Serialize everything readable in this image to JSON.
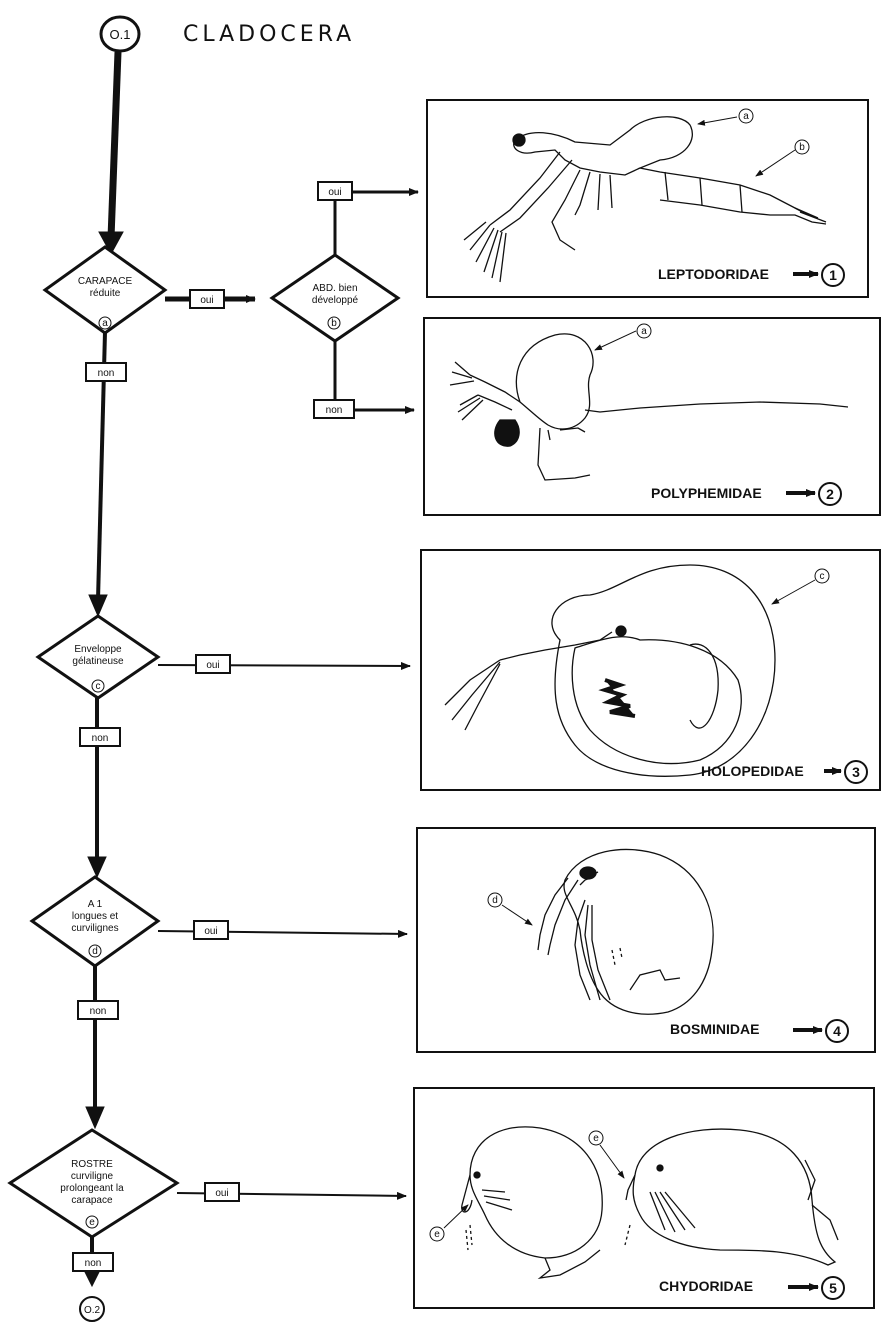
{
  "start_node": "O.1",
  "title": "CLADOCERA",
  "end_node": "O.2",
  "answers": {
    "yes": "oui",
    "no": "non"
  },
  "questions": [
    {
      "lines": [
        "CARAPACE",
        "réduite"
      ],
      "ref": "a"
    },
    {
      "lines": [
        "ABD. bien",
        "développé"
      ],
      "ref": "b"
    },
    {
      "lines": [
        "Enveloppe",
        "gélatineuse"
      ],
      "ref": "c"
    },
    {
      "lines": [
        "A 1",
        "longues et",
        "curvilignes"
      ],
      "ref": "d"
    },
    {
      "lines": [
        "ROSTRE",
        "curviligne",
        "prolongeant la",
        "carapace"
      ],
      "ref": "e"
    }
  ],
  "families": [
    {
      "name": "LEPTODORIDAE",
      "number": "1",
      "callouts": [
        "a",
        "b"
      ]
    },
    {
      "name": "POLYPHEMIDAE",
      "number": "2",
      "callouts": [
        "a"
      ]
    },
    {
      "name": "HOLOPEDIDAE",
      "number": "3",
      "callouts": [
        "c"
      ]
    },
    {
      "name": "BOSMINIDAE",
      "number": "4",
      "callouts": [
        "d"
      ]
    },
    {
      "name": "CHYDORIDAE",
      "number": "5",
      "callouts": [
        "e",
        "e"
      ]
    }
  ]
}
